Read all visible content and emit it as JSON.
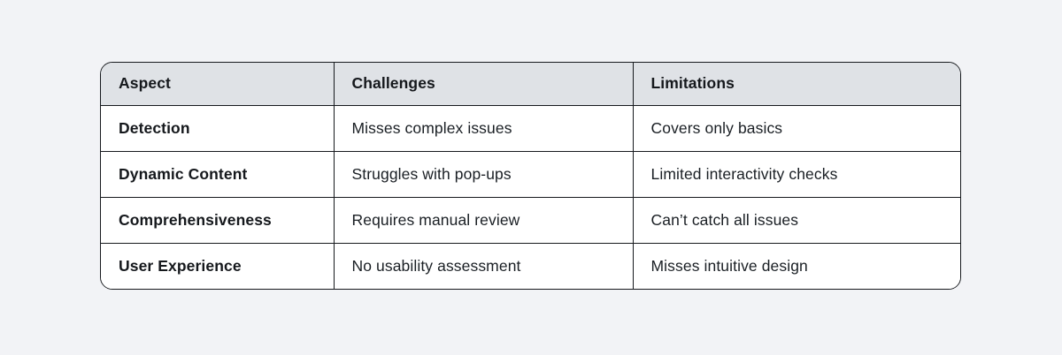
{
  "table": {
    "columns": [
      "Aspect",
      "Challenges",
      "Limitations"
    ],
    "rows": [
      {
        "aspect": "Detection",
        "challenges": "Misses complex issues",
        "limitations": "Covers only basics"
      },
      {
        "aspect": "Dynamic Content",
        "challenges": "Struggles with pop-ups",
        "limitations": "Limited interactivity checks"
      },
      {
        "aspect": "Comprehensiveness",
        "challenges": "Requires manual review",
        "limitations": "Can’t catch all issues"
      },
      {
        "aspect": "User Experience",
        "challenges": "No usability assessment",
        "limitations": "Misses intuitive design"
      }
    ]
  },
  "chart_data": {
    "type": "table",
    "title": "",
    "columns": [
      "Aspect",
      "Challenges",
      "Limitations"
    ],
    "rows": [
      [
        "Detection",
        "Misses complex issues",
        "Covers only basics"
      ],
      [
        "Dynamic Content",
        "Struggles with pop-ups",
        "Limited interactivity checks"
      ],
      [
        "Comprehensiveness",
        "Requires manual review",
        "Can’t catch all issues"
      ],
      [
        "User Experience",
        "No usability assessment",
        "Misses intuitive design"
      ]
    ]
  },
  "colors": {
    "page_background": "#f2f3f6",
    "header_background": "#dfe2e6",
    "cell_background": "#ffffff",
    "border": "#16191d",
    "text": "#1a1f24"
  }
}
